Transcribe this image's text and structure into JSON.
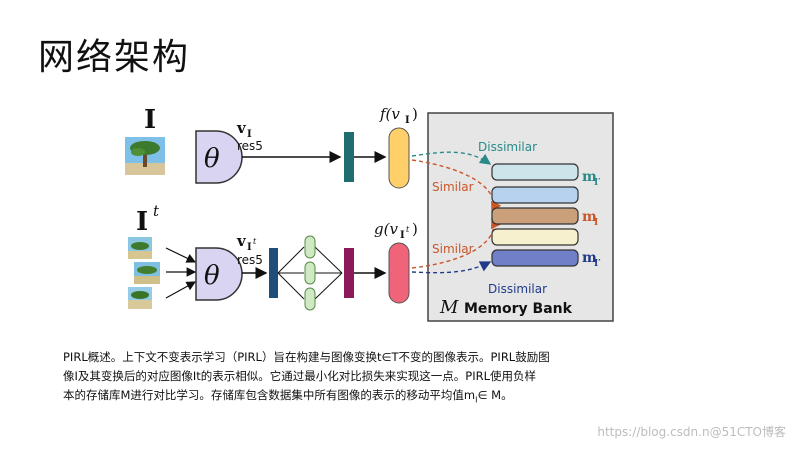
{
  "title": "网络架构",
  "diagram": {
    "input_top": "I",
    "input_bottom_base": "I",
    "input_bottom_sup": "t",
    "theta_top": "θ",
    "theta_bottom": "θ",
    "v_top": "v",
    "v_top_sub": "I",
    "v_bottom": "v",
    "v_bottom_sub": "I",
    "v_bottom_sup": "t",
    "res5_top": "res5",
    "res5_bottom": "res5",
    "f_label": "f(v",
    "f_label_sub": "I",
    "f_label_end": ")",
    "g_label": "g(v",
    "g_label_sub": "I",
    "g_label_sup": "t",
    "g_label_end": ")",
    "dissimilar_top": "Dissimilar",
    "dissimilar_bottom": "Dissimilar",
    "similar_top": "Similar",
    "similar_bottom": "Similar",
    "m_top": "m",
    "m_top_sub": "I′",
    "m_mid": "m",
    "m_mid_sub": "I",
    "m_bot": "m",
    "m_bot_sub": "I′",
    "memory_bank_symbol": "M",
    "memory_bank_label": "Memory Bank",
    "colors": {
      "theta_fill": "#d9d4f2",
      "teal_bar": "#1f6d6e",
      "blue_bar": "#1e4f7a",
      "purple_bar": "#8a1a5a",
      "f_fill": "#ffd06a",
      "g_fill": "#f0647a",
      "green_node": "#cfe9c4",
      "panel_bg": "#e6e6e6",
      "bank_row1": "#cde4ea",
      "bank_row2": "#b7d2ef",
      "bank_row3": "#c9a07a",
      "bank_row4": "#f6f0cf",
      "bank_row5": "#6f80c8",
      "teal_text": "#2a8a8a",
      "orange_text": "#c9572a",
      "navy_text": "#1f3a8a"
    }
  },
  "caption": [
    "PIRL概述。上下文不变表示学习（PIRL）旨在构建与图像变换t∈T不变的图像表示。PIRL鼓励图",
    "像I及其变换后的对应图像It的表示相似。它通过最小化对比损失来实现这一点。PIRL使用负样",
    "本的存储库M进行对比学习。存储库包含数据集中所有图像的表示的移动平均值m",
    "I",
    "∈ M。"
  ],
  "watermark": "https://blog.csdn.n@51CTO博客"
}
